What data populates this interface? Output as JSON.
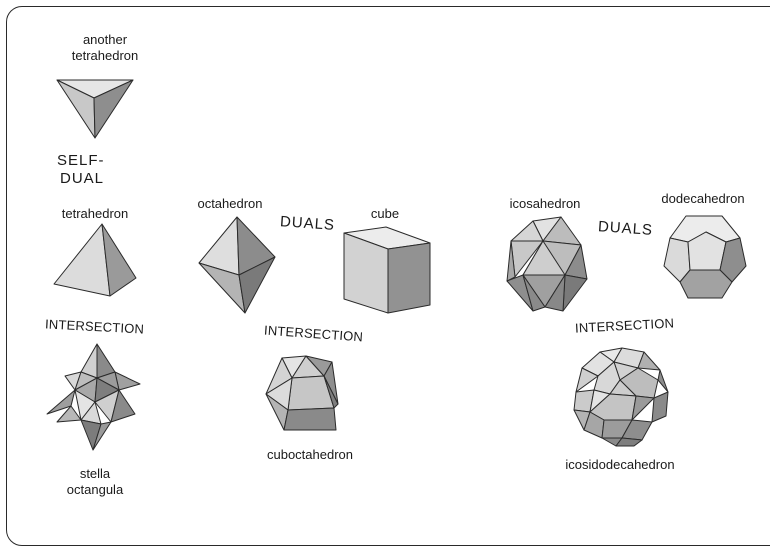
{
  "diagram": {
    "labels": {
      "another_tetrahedron_1": "another",
      "another_tetrahedron_2": "tetrahedron",
      "self_dual_1": "SELF-",
      "self_dual_2": "DUAL",
      "tetrahedron": "tetrahedron",
      "intersection_left": "INTERSECTION",
      "stella_1": "stella",
      "stella_2": "octangula",
      "octahedron": "octahedron",
      "duals_middle": "DUALS",
      "cube": "cube",
      "intersection_middle": "INTERSECTION",
      "cuboctahedron": "cuboctahedron",
      "icosahedron": "icosahedron",
      "duals_right": "DUALS",
      "dodecahedron": "dodecahedron",
      "intersection_right": "INTERSECTION",
      "icosidodecahedron": "icosidodecahedron"
    },
    "shade_colors": {
      "light": "#e6e6e6",
      "mid": "#c4c4c4",
      "dark": "#9a9a9a",
      "darker": "#7c7c7c"
    }
  }
}
